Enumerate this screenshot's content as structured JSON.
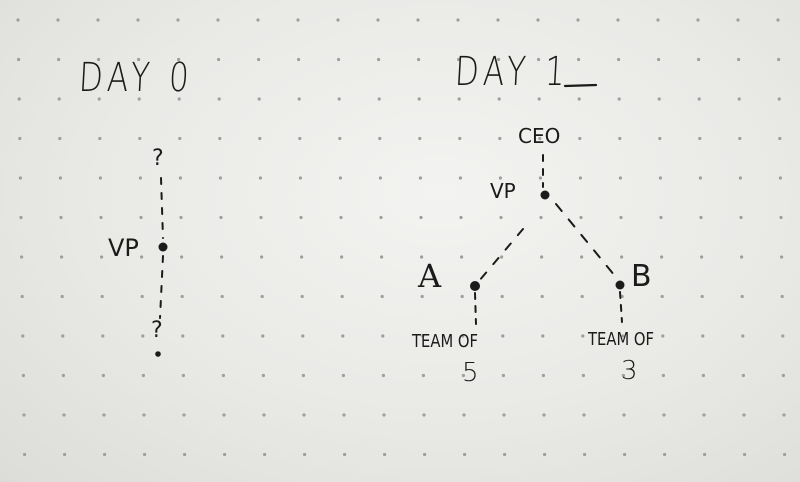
{
  "paper": {
    "background": "#ebebe8",
    "dot_color": "#9e9e9e",
    "ink_color": "#1b1b1b"
  },
  "day0": {
    "title": "DAY 0",
    "node_label": "VP",
    "top_unknown": "?",
    "bottom_unknown": "?"
  },
  "day1": {
    "title": "DAY 1",
    "ceo_label": "CEO",
    "vp_label": "VP",
    "node_a_label": "A",
    "node_b_label": "B",
    "team_a_label": "TEAM OF",
    "team_a_size": "5",
    "team_b_label": "TEAM OF",
    "team_b_size": "3"
  }
}
